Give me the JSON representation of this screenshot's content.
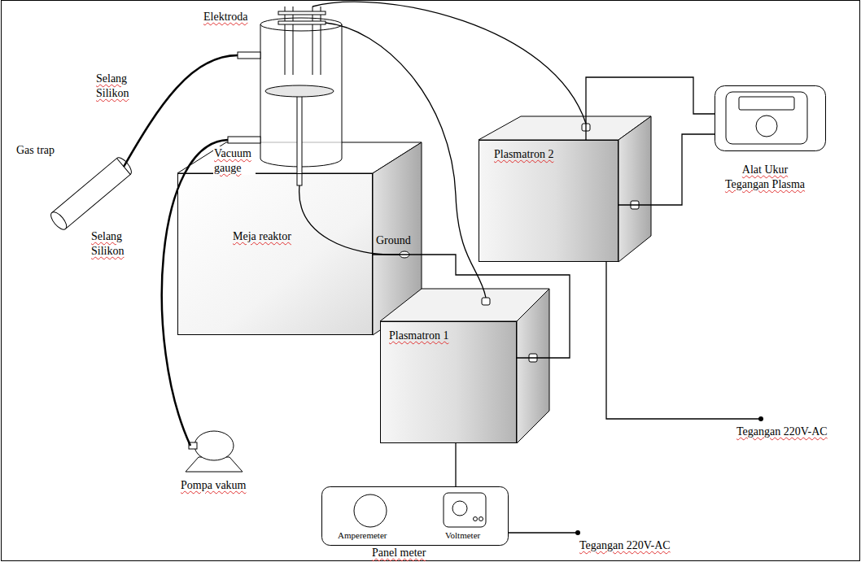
{
  "diagram": {
    "nodes": [
      {
        "text": [
          "Meja reaktor"
        ]
      },
      {
        "text": [
          "Plasmatron 2"
        ]
      },
      {
        "text": [
          "Alat Ukur Tegangan Plasma"
        ]
      },
      {
        "text": [
          "Plasmatron 1"
        ]
      },
      {
        "text": [
          "Amperemeter",
          "Voltmeter",
          "Panel meter"
        ]
      }
    ],
    "edges": [
      {
        "from": 0,
        "to": 3,
        "arrow": "none"
      },
      {
        "from": 1,
        "to": 2,
        "arrow": "none"
      },
      {
        "from": 1,
        "to": 2,
        "arrow": "none"
      },
      {
        "from": 3,
        "to": 4,
        "arrow": "none"
      }
    ],
    "labels": [
      "Elektroda",
      "Selang Silikon",
      "Gas trap",
      "Vacuum gauge",
      "Ground",
      "Selang Silikon",
      "Pompa vakum",
      "Tegangan 220V-AC",
      "Tegangan 220V-AC"
    ]
  }
}
